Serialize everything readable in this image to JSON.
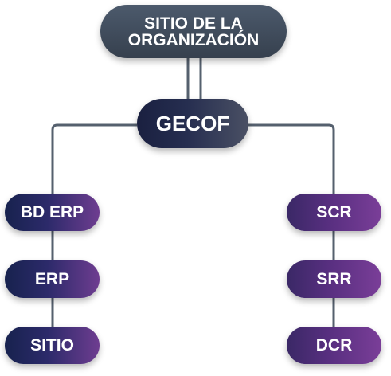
{
  "root": {
    "label": "SITIO DE LA ORGANIZACIÓN"
  },
  "hub": {
    "label": "GECOF"
  },
  "left_branch": [
    "BD ERP",
    "ERP",
    "SITIO"
  ],
  "right_branch": [
    "SCR",
    "SRR",
    "DCR"
  ],
  "colors": {
    "root": "#3f4a5a",
    "hub": "#242b4a",
    "line": "#55606e",
    "text": "#ffffff",
    "leaf_left": "#1f2a5c",
    "leaf_right": "#6a3a8c"
  }
}
